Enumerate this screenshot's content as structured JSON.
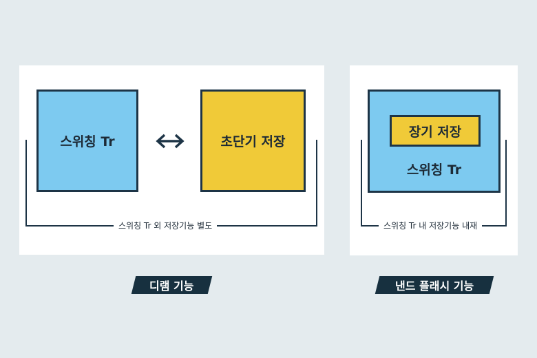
{
  "dram": {
    "switch_label": "스위칭 Tr",
    "storage_label": "초단기 저장",
    "caption": "스위칭 Tr 외 저장기능 별도",
    "tag": "디램 기능"
  },
  "nand": {
    "storage_label": "장기 저장",
    "switch_label": "스위칭 Tr",
    "caption": "스위칭 Tr 내 저장기능 내재",
    "tag": "낸드 플래시 기능"
  },
  "colors": {
    "background": "#e4ebee",
    "blue": "#7dcaf0",
    "yellow": "#f0ca38",
    "outline": "#1d3446",
    "tag": "#17303f"
  }
}
